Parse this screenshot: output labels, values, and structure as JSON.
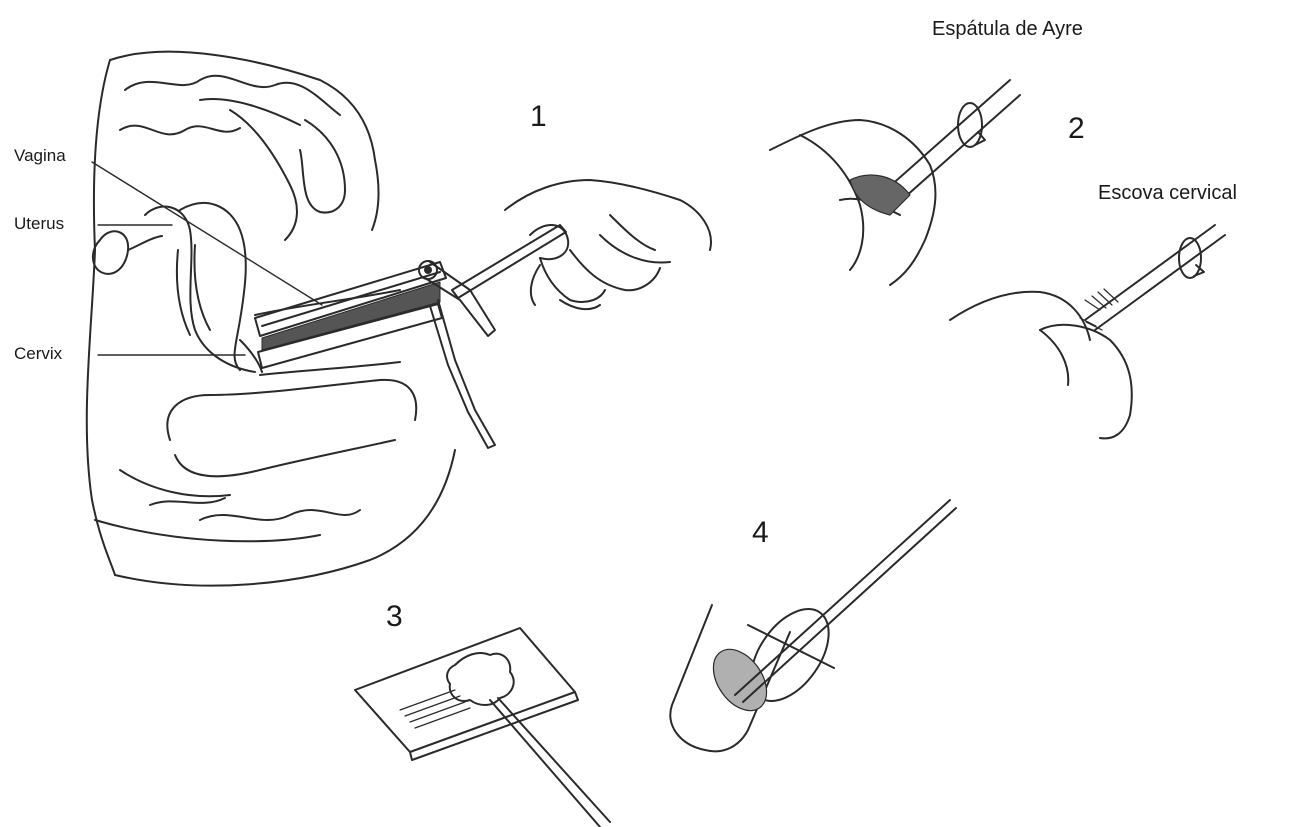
{
  "labels": {
    "vagina": "Vagina",
    "uterus": "Uterus",
    "cervix": "Cervix",
    "spatula": "Espátula de Ayre",
    "brush": "Escova cervical"
  },
  "steps": {
    "one": "1",
    "two": "2",
    "three": "3",
    "four": "4"
  },
  "colors": {
    "ink": "#2a2a2a",
    "shade": "#8a8a8a",
    "paper": "#ffffff"
  }
}
